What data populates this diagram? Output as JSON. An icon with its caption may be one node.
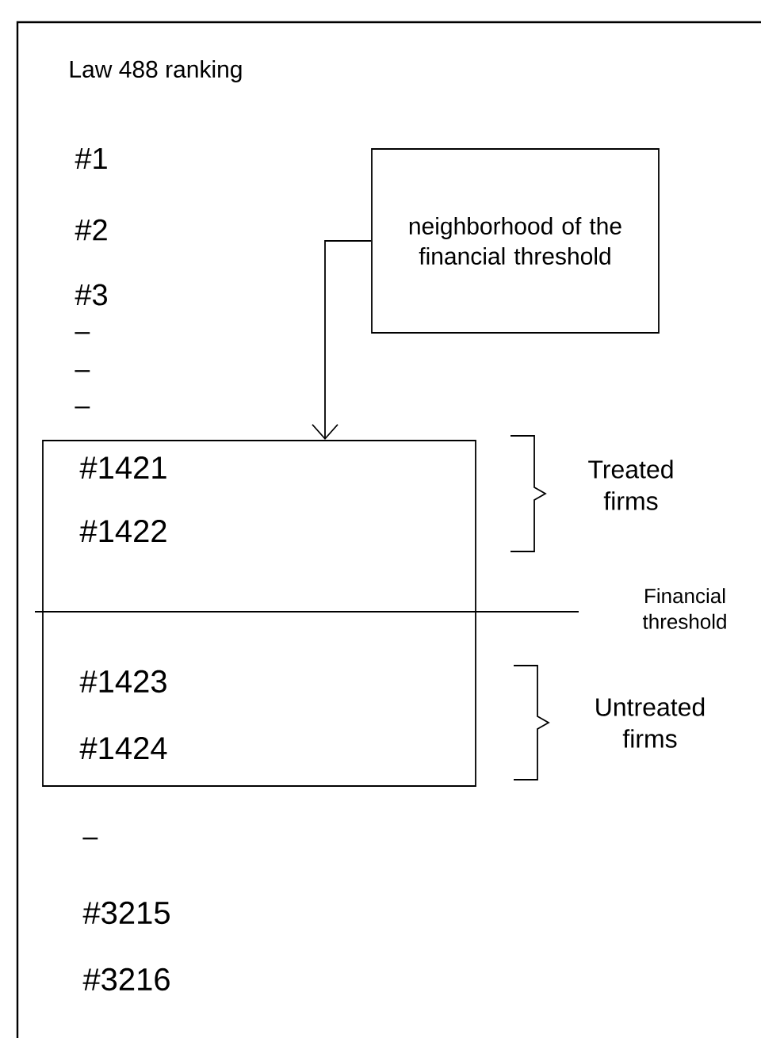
{
  "diagram": {
    "nodes": [
      {
        "text": [
          "neighborhood of the financial threshold"
        ]
      },
      {
        "text": [
          "#1421",
          "#1422",
          "#1423",
          "#1424"
        ]
      }
    ],
    "edges": [
      {
        "from": 0,
        "to": 1,
        "arrow": "to"
      }
    ],
    "labels": [
      "Law 488 ranking",
      "#1",
      "#2",
      "#3",
      "–",
      "–",
      "–",
      "Treated firms",
      "Financial threshold",
      "Untreated firms",
      "–",
      "#3215",
      "#3216"
    ]
  }
}
